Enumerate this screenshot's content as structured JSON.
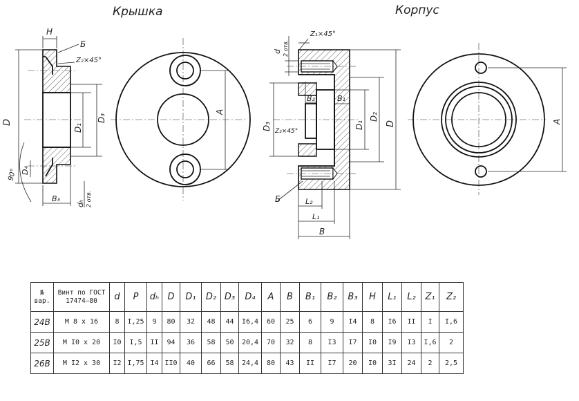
{
  "titles": {
    "left": "Крышка",
    "right": "Корпус"
  },
  "labels": {
    "H": "H",
    "B_mark": "Б",
    "chamfer_z2": "Z₂×45°",
    "D": "D",
    "D1": "D₁",
    "D3": "D₃",
    "D4": "D₄",
    "angle90": "90°",
    "B3": "B₃",
    "dh": "dₕ",
    "two_holes": "2 отв.",
    "A": "A",
    "d": "d",
    "chamfer_z1": "Z₁×45°",
    "B2": "B₂",
    "B1": "B₁",
    "D2": "D₂",
    "L2": "L₂",
    "L1": "L₁",
    "B": "B",
    "A_right": "A"
  },
  "table": {
    "headers": [
      "№ вар.",
      "Винт по ГОСТ 17474–80",
      "d",
      "P",
      "dₕ",
      "D",
      "D₁",
      "D₂",
      "D₃",
      "D₄",
      "A",
      "B",
      "B₁",
      "B₂",
      "B₃",
      "H",
      "L₁",
      "L₂",
      "Z₁",
      "Z₂"
    ],
    "rows": [
      [
        "24B",
        "M 8 x 16",
        "8",
        "I,25",
        "9",
        "80",
        "32",
        "48",
        "44",
        "I6,4",
        "60",
        "25",
        "6",
        "9",
        "I4",
        "8",
        "I6",
        "II",
        "I",
        "I,6"
      ],
      [
        "25B",
        "M I0 x 20",
        "I0",
        "I,5",
        "II",
        "94",
        "36",
        "58",
        "50",
        "20,4",
        "70",
        "32",
        "8",
        "I3",
        "I7",
        "I0",
        "I9",
        "I3",
        "I,6",
        "2"
      ],
      [
        "26B",
        "M I2 x 30",
        "I2",
        "I,75",
        "I4",
        "II0",
        "40",
        "66",
        "58",
        "24,4",
        "80",
        "43",
        "II",
        "I7",
        "20",
        "I0",
        "3I",
        "24",
        "2",
        "2,5"
      ]
    ]
  }
}
